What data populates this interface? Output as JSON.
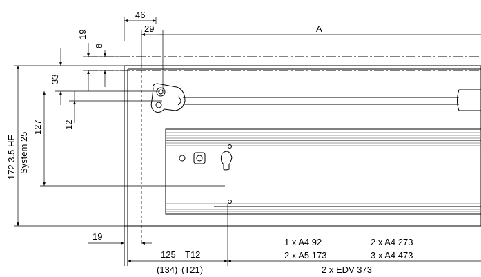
{
  "labels": {
    "dim_46": "46",
    "dim_29": "29",
    "dim_A": "A",
    "dim_19_top": "19",
    "dim_8": "8",
    "dim_33": "33",
    "dim_12": "12",
    "dim_172": "172 3.5 HE",
    "dim_system": "System 25",
    "dim_127": "127",
    "dim_19_bottom": "19",
    "dim_125": "125",
    "dim_T12": "T12",
    "dim_134": "(134)",
    "dim_T21": "(T21)",
    "note_1": "1 x A4 92",
    "note_2": "2 x A4 273",
    "note_3": "2 x A5 173",
    "note_4": "3 x A4 473",
    "note_5": "2 x EDV 373"
  }
}
